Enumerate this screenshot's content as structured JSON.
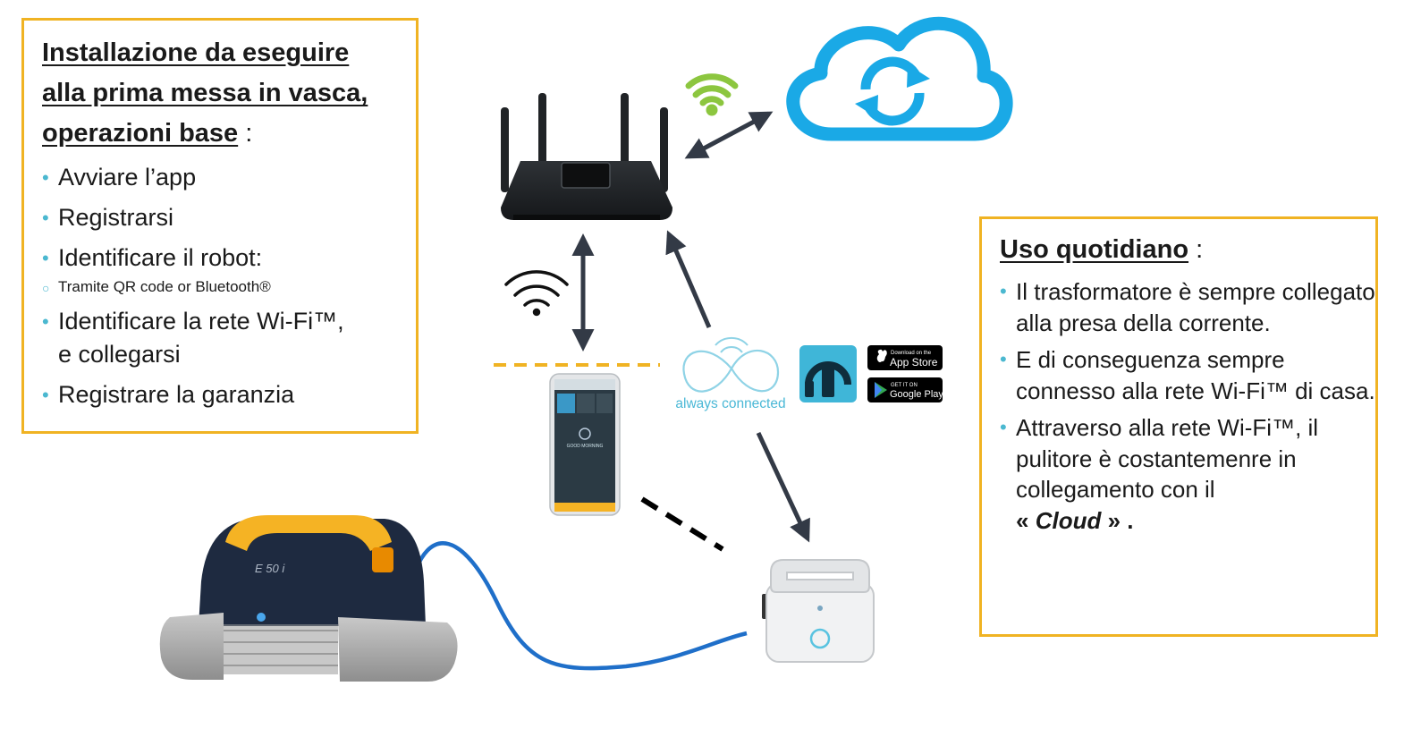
{
  "left_panel": {
    "heading_line1": "Installazione da eseguire",
    "heading_line2": "alla prima messa in vasca,",
    "heading_line3": "operazioni base",
    "heading_colon": " :",
    "items": [
      "Avviare l’app",
      "Registrarsi",
      "Identificare il robot:",
      "Tramite QR code or Bluetooth®",
      "Identificare la rete Wi-Fi™,",
      "e collegarsi",
      "Registrare la garanzia"
    ]
  },
  "right_panel": {
    "heading": "Uso quotidiano",
    "heading_colon": " :",
    "items": [
      "Il trasformatore è sempre collegato alla presa della corrente.",
      "E di conseguenza sempre connesso alla rete Wi-Fi™ di casa.",
      "Attraverso alla rete Wi-Fi™, il pulitore è costantemenre in collegamento con il"
    ],
    "cloud_open": "« ",
    "cloud_word": "Cloud",
    "cloud_close": " » ."
  },
  "diagram": {
    "always_connected": "always connected",
    "app_store_small": "Download on the",
    "app_store": "App Store",
    "google_play_small": "GET IT ON",
    "google_play": "Google Play",
    "robot_model": "E 50 i",
    "phone_text": "GOOD MORNING",
    "colors": {
      "frame": "#f0b323",
      "cloud": "#1aa9e6",
      "wifi_green": "#8cc63f",
      "arrow": "#333a46",
      "cable": "#1f6fc9",
      "robot_yellow": "#f5b324",
      "logo_blue": "#3fb6d8"
    }
  }
}
